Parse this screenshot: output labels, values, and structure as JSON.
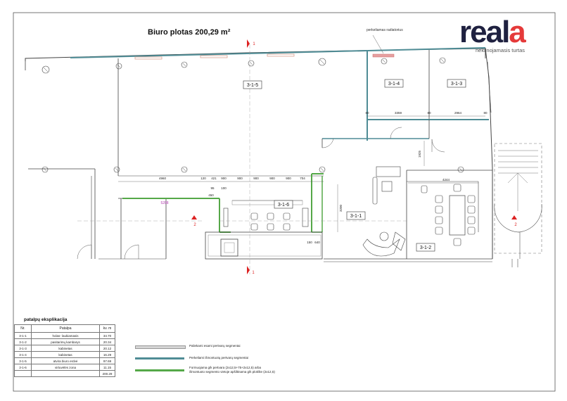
{
  "title": "Biuro plotas 200,29 m²",
  "note": "perkeliamas radiatorius",
  "logo": {
    "part1": "real",
    "part2": "a",
    "tagline": "nekilnojamasis turtas",
    "color_dark": "#1f2140",
    "color_accent": "#e53a3a"
  },
  "rooms": {
    "r1": "3-1-1",
    "r2": "3-1-2",
    "r3": "3-1-3",
    "r4": "3-1-4",
    "r5": "3-1-5",
    "r6": "3-1-6"
  },
  "dims": {
    "d3359": "3359",
    "d2964": "2964",
    "d4960": "4960",
    "d120": "120",
    "d421": "421",
    "d900a": "900",
    "d900b": "900",
    "d900c": "900",
    "d900d": "900",
    "d900e": "900",
    "d704": "704",
    "d4244": "4244",
    "d5208": "5208",
    "d3200": "3200",
    "d1925": "1925",
    "d150": "150",
    "d640": "640",
    "d80a": "80",
    "d80b": "80",
    "d80c": "80",
    "d95": "95",
    "d100": "100",
    "d450": "450"
  },
  "section_marks": {
    "top": "1",
    "bottom": "1",
    "left": "2",
    "right": "2"
  },
  "explication": {
    "title": "patalpų eksplikacija",
    "headers": [
      "Nr.",
      "Patalpa",
      "kv. m"
    ],
    "rows": [
      [
        "3-1-1",
        "holas- laukiamasis",
        "34.70"
      ],
      [
        "3-1-2",
        "pasitarimų kambarys",
        "20.34"
      ],
      [
        "3-1-3",
        "kabinetas",
        "20.12"
      ],
      [
        "3-1-4",
        "kabinetas",
        "16.29"
      ],
      [
        "3-1-5",
        "atvira biuro erdvė",
        "97.69"
      ],
      [
        "3-1-6",
        "virtuvėlės zona",
        "11.15"
      ]
    ],
    "total": "200.29"
  },
  "legend": [
    {
      "color": "#d6d6d6",
      "text1": "Paliekami esami pertvarų segmentai",
      "text2": ""
    },
    {
      "color": "#4f8c95",
      "text1": "Perkeliami išmontuotų pertvarų segmentai",
      "text2": ""
    },
    {
      "color": "#55a848",
      "text1": "Formuojama g/k pertvara (2x12,5+75+2x12,5) arba",
      "text2": "išmontuoto segmento vietoje apšiltinama g/k plokšte (2x12,5)"
    }
  ]
}
